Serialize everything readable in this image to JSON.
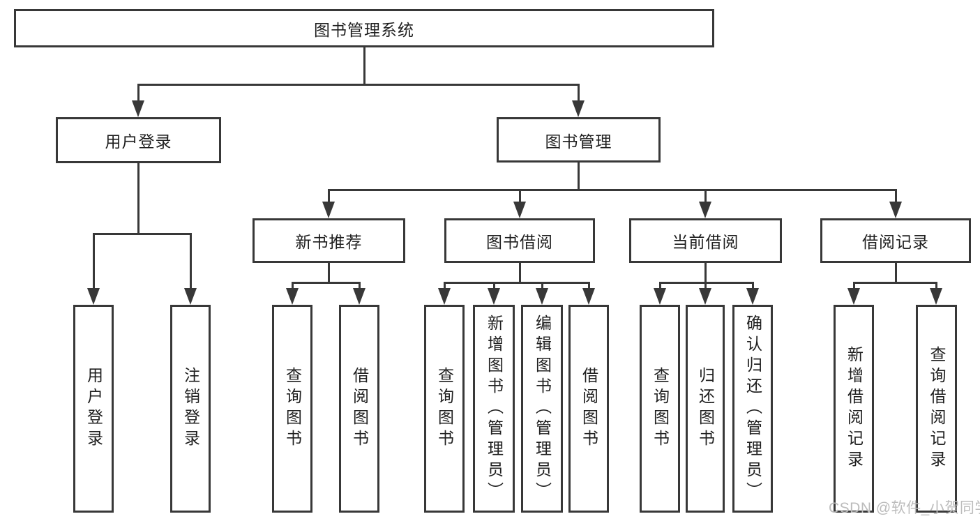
{
  "page": {
    "watermark": "CSDN @软件_小贺同学"
  },
  "colors": {
    "line": "#383838",
    "box_border": "#383838",
    "text": "#1f1f1f",
    "watermark": "#bcbcbc",
    "background": "#ffffff"
  },
  "tree": {
    "root": {
      "label": "图书管理系统"
    },
    "branches": [
      {
        "label": "用户登录",
        "leaves": [
          {
            "label": "用户登录"
          },
          {
            "label": "注销登录"
          }
        ]
      },
      {
        "label": "图书管理",
        "groups": [
          {
            "label": "新书推荐",
            "leaves": [
              {
                "label": "查询图书"
              },
              {
                "label": "借阅图书"
              }
            ]
          },
          {
            "label": "图书借阅",
            "leaves": [
              {
                "label": "查询图书"
              },
              {
                "label": "新增图书（管理员）"
              },
              {
                "label": "编辑图书（管理员）"
              },
              {
                "label": "借阅图书"
              }
            ]
          },
          {
            "label": "当前借阅",
            "leaves": [
              {
                "label": "查询图书"
              },
              {
                "label": "归还图书"
              },
              {
                "label": "确认归还（管理员）"
              }
            ]
          },
          {
            "label": "借阅记录",
            "leaves": [
              {
                "label": "新增借阅记录"
              },
              {
                "label": "查询借阅记录"
              }
            ]
          }
        ]
      }
    ]
  }
}
